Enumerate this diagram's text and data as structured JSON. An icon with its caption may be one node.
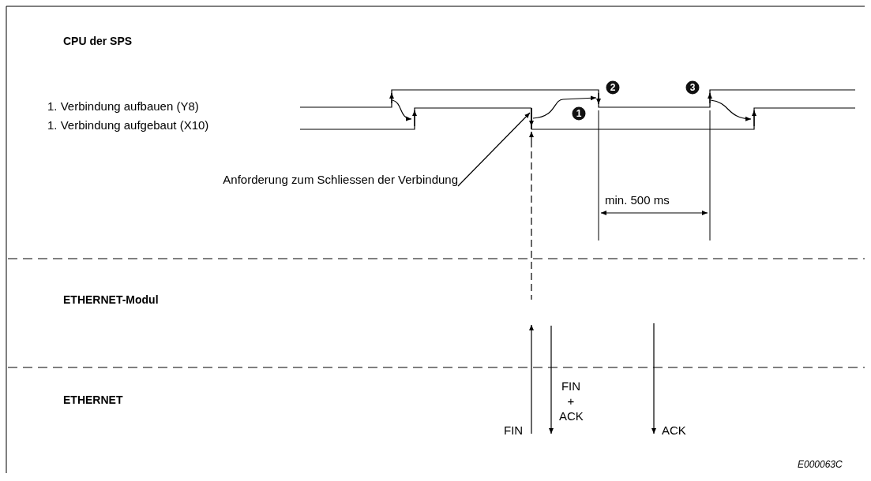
{
  "diagram": {
    "nodes": [
      {
        "text": [
          "Anforderung zum Schliessen der Verbindung"
        ]
      },
      {
        "text": [],
        "shape": "bar"
      }
    ],
    "edges": [
      {
        "from": 0,
        "to": 1,
        "arrow": "to"
      }
    ],
    "labels": [
      "CPU der SPS",
      "1. Verbindung aufbauen (Y8)",
      "1. Verbindung aufgebaut (X10)",
      "2",
      "3",
      "1",
      "min. 500 ms",
      "ETHERNET-Modul",
      "ETHERNET",
      "FIN",
      "FIN + ACK",
      "ACK",
      "E000063C"
    ]
  }
}
